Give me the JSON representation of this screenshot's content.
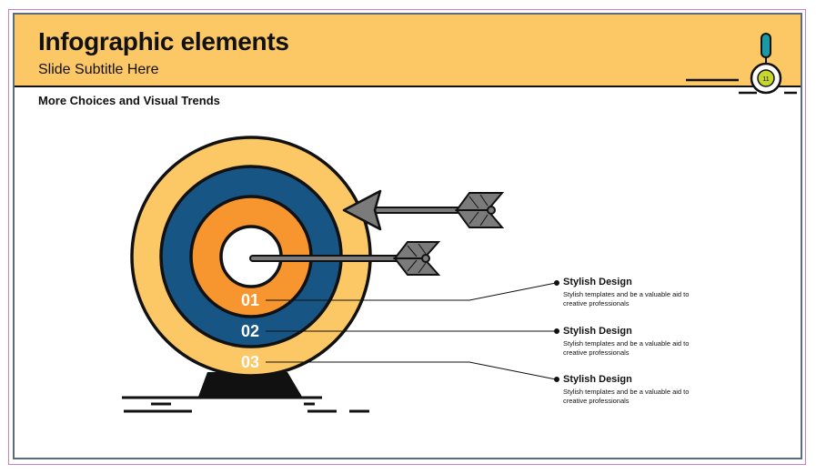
{
  "slide": {
    "title": "Infographic elements",
    "subtitle": "Slide Subtitle Here",
    "section_heading": "More Choices and Visual Trends",
    "page_number": "11"
  },
  "target": {
    "labels": [
      "01",
      "02",
      "03"
    ]
  },
  "callouts": [
    {
      "title": "Stylish Design",
      "description": "Stylish templates and be a valuable aid to creative professionals"
    },
    {
      "title": "Stylish Design",
      "description": "Stylish templates and be a valuable aid to creative professionals"
    },
    {
      "title": "Stylish Design",
      "description": "Stylish templates and be a valuable aid to creative professionals"
    }
  ],
  "colors": {
    "header": "#fcc866",
    "outer_ring": "#fcc866",
    "blue_ring": "#175584",
    "orange_ring": "#f7962e",
    "bullseye": "#ffffff",
    "arrow": "#7b7b7b",
    "stand": "#111111",
    "badge_teal": "#1a9aa6",
    "badge_lime": "#c7d62e"
  },
  "icons": [
    "target-icon",
    "arrow-icon",
    "page-badge-icon"
  ]
}
